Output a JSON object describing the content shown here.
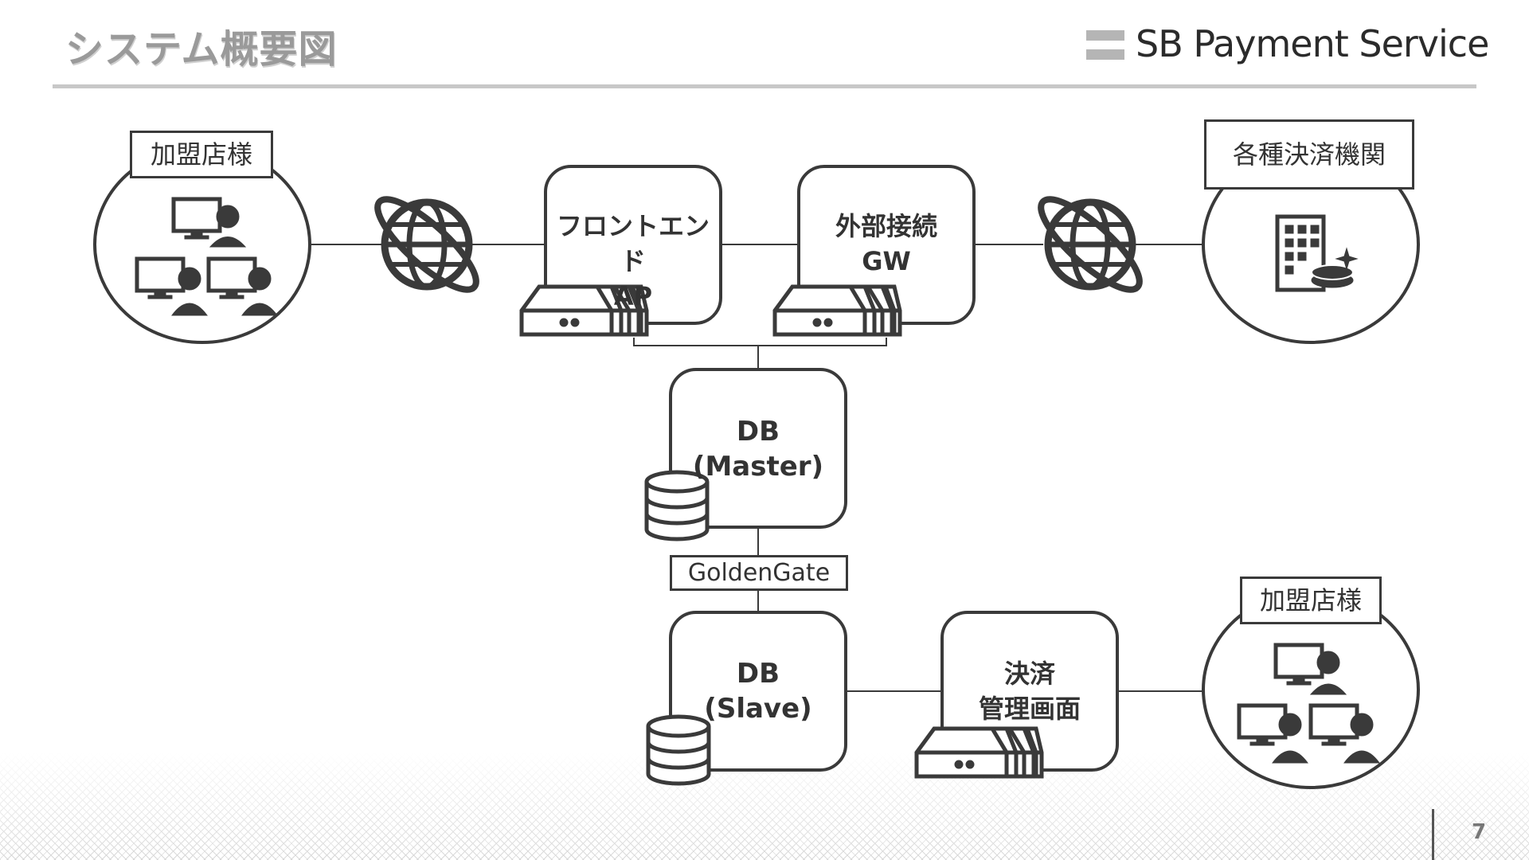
{
  "header": {
    "title": "システム概要図",
    "logo_text": "SB Payment Service"
  },
  "nodes": {
    "merchant_top": "加盟店様",
    "payment_institutions": "各種決済機関",
    "frontend_ap": [
      "フロントエンド",
      "AP"
    ],
    "external_gw": [
      "外部接続",
      "GW"
    ],
    "db_master": [
      "DB",
      "(Master)"
    ],
    "golden_gate": "GoldenGate",
    "db_slave": [
      "DB",
      "(Slave)"
    ],
    "payment_admin": [
      "決済",
      "管理画面"
    ],
    "merchant_bottom": "加盟店様"
  },
  "footer": {
    "page_number": "7"
  },
  "colors": {
    "stroke": "#3a3a3a",
    "title_gray": "#9a9a9a",
    "rule_gray": "#c8c8c8"
  }
}
